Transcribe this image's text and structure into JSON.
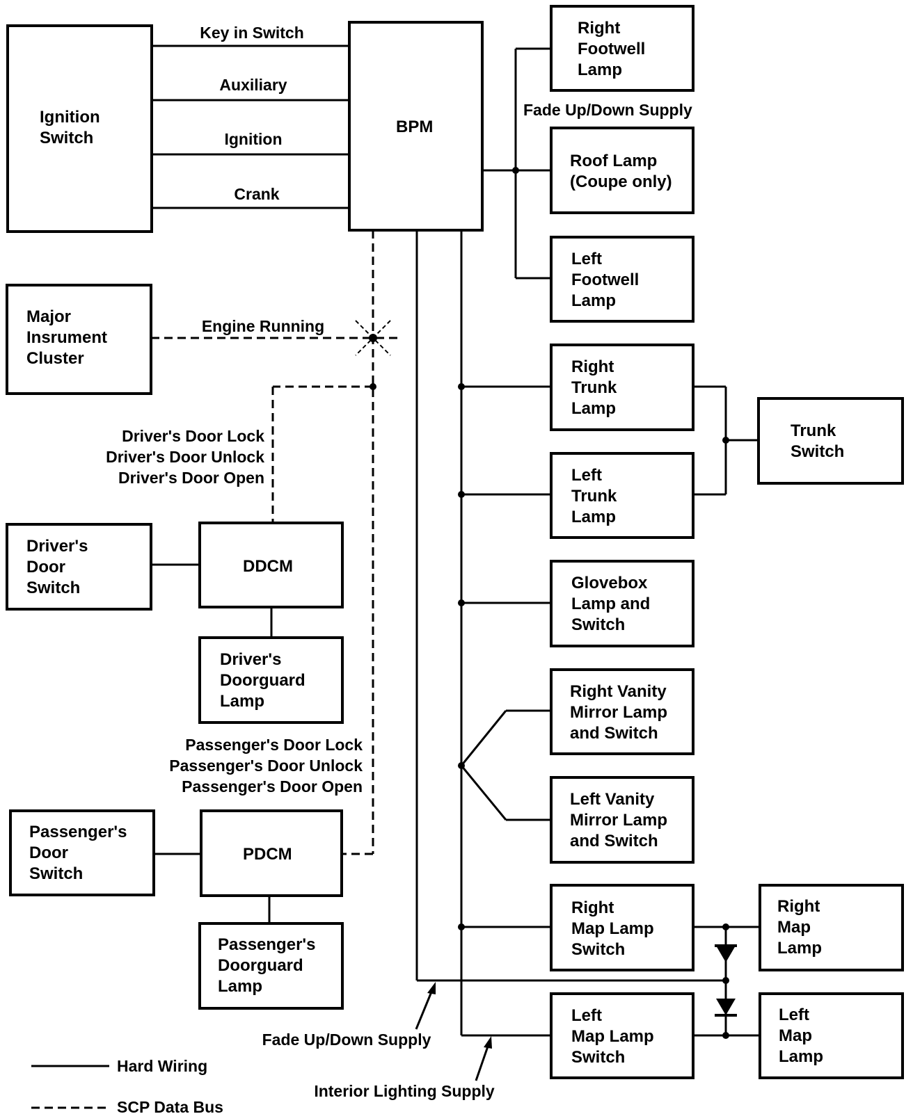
{
  "boxes": {
    "ignition_switch": [
      "Ignition",
      "Switch"
    ],
    "bpm": [
      "BPM"
    ],
    "major_cluster": [
      "Major",
      "Insrument",
      "Cluster"
    ],
    "drivers_door_switch": [
      "Driver's",
      "Door",
      "Switch"
    ],
    "ddcm": [
      "DDCM"
    ],
    "drivers_doorguard_lamp": [
      "Driver's",
      "Doorguard",
      "Lamp"
    ],
    "passengers_door_switch": [
      "Passenger's",
      "Door",
      "Switch"
    ],
    "pdcm": [
      "PDCM"
    ],
    "passengers_doorguard_lamp": [
      "Passenger's",
      "Doorguard",
      "Lamp"
    ],
    "right_footwell_lamp": [
      "Right",
      "Footwell",
      "Lamp"
    ],
    "roof_lamp": [
      "Roof Lamp",
      "(Coupe only)"
    ],
    "left_footwell_lamp": [
      "Left",
      "Footwell",
      "Lamp"
    ],
    "right_trunk_lamp": [
      "Right",
      "Trunk",
      "Lamp"
    ],
    "left_trunk_lamp": [
      "Left",
      "Trunk",
      "Lamp"
    ],
    "trunk_switch": [
      "Trunk",
      "Switch"
    ],
    "glovebox_lamp": [
      "Glovebox",
      "Lamp and",
      "Switch"
    ],
    "right_vanity": [
      "Right Vanity",
      "Mirror Lamp",
      "and Switch"
    ],
    "left_vanity": [
      "Left Vanity",
      "Mirror Lamp",
      "and Switch"
    ],
    "right_map_switch": [
      "Right",
      "Map Lamp",
      "Switch"
    ],
    "left_map_switch": [
      "Left",
      "Map Lamp",
      "Switch"
    ],
    "right_map_lamp": [
      "Right",
      "Map",
      "Lamp"
    ],
    "left_map_lamp": [
      "Left",
      "Map",
      "Lamp"
    ]
  },
  "wires": {
    "key_in_switch": "Key in Switch",
    "auxiliary": "Auxiliary",
    "ignition": "Ignition",
    "crank": "Crank",
    "fade_top": "Fade Up/Down Supply",
    "engine_running": "Engine Running",
    "driver_door_msgs": [
      "Driver's Door Lock",
      "Driver's Door Unlock",
      "Driver's Door Open"
    ],
    "passenger_door_msgs": [
      "Passenger's Door Lock",
      "Passenger's Door Unlock",
      "Passenger's Door Open"
    ],
    "fade_bottom": "Fade Up/Down Supply",
    "interior_supply": "Interior Lighting Supply"
  },
  "legend": {
    "hard_wiring": "Hard Wiring",
    "scp_bus": "SCP Data Bus"
  }
}
